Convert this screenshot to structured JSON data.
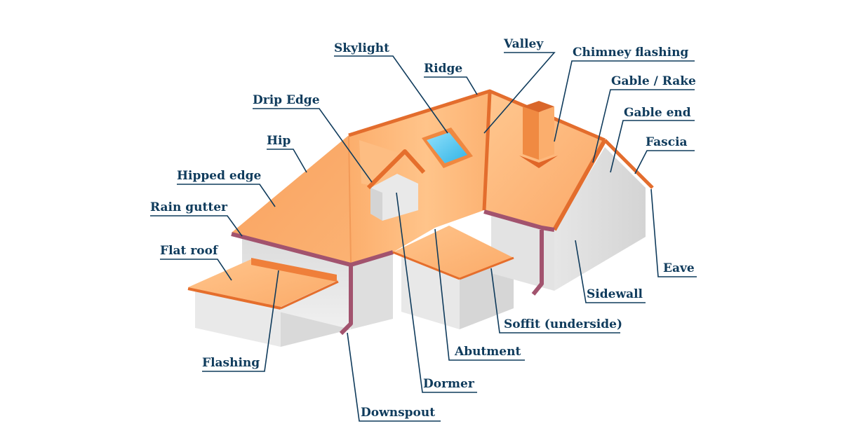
{
  "colors": {
    "label_text": "#0f3b5c",
    "leader_line": "#0f3b5c",
    "roof_light": "#ffc68e",
    "roof_mid": "#fcae6c",
    "roof_dark": "#f28a45",
    "roof_edge": "#e56e2c",
    "wall_light": "#ececec",
    "wall_mid": "#dedede",
    "wall_dark": "#cfcfcf",
    "gutter": "#a2536e",
    "skylight_glass": "#56c6ee"
  },
  "labels": {
    "skylight": "Skylight",
    "valley": "Valley",
    "chimney_flashing": "Chimney flashing",
    "ridge": "Ridge",
    "gable_rake": "Gable / Rake",
    "drip_edge": "Drip Edge",
    "gable_end": "Gable end",
    "hip": "Hip",
    "fascia": "Fascia",
    "hipped_edge": "Hipped edge",
    "rain_gutter": "Rain gutter",
    "flat_roof": "Flat roof",
    "eave": "Eave",
    "sidewall": "Sidewall",
    "soffit": "Soffit (underside)",
    "abutment": "Abutment",
    "flashing": "Flashing",
    "dormer": "Dormer",
    "downspout": "Downspout"
  }
}
